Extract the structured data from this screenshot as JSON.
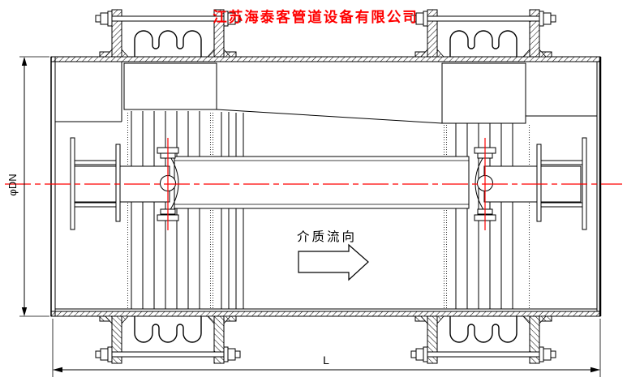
{
  "title": {
    "text": "江苏海泰客管道设备有限公司",
    "color": "#ff0000"
  },
  "labels": {
    "flow_direction": "介质流向",
    "diameter_dimension": "φDN",
    "length_dimension": "L"
  },
  "colors": {
    "line": "#000000",
    "centerline_red": "#ff0000",
    "background": "#ffffff"
  },
  "drawing": {
    "type": "engineering-section-drawing",
    "subject": "bellows-expansion-joint"
  }
}
